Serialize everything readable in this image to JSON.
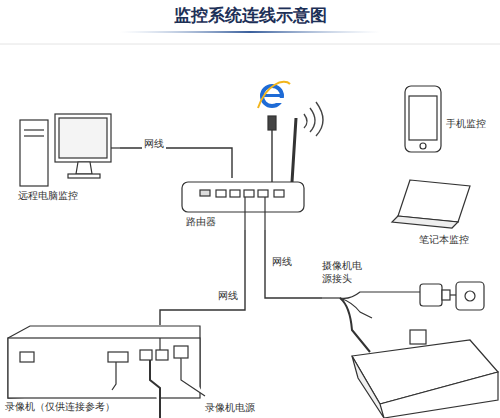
{
  "diagram": {
    "title": "监控系统连线示意图",
    "nodes": [
      {
        "text": [
          "远程电脑监控"
        ]
      },
      {
        "text": [
          "手机监控"
        ]
      },
      {
        "text": [
          "笔记本监控"
        ]
      },
      {
        "text": [
          "路由器"
        ]
      },
      {
        "text": [
          "摄像机电源接头"
        ]
      },
      {
        "text": [
          "录像机（仅供连接参考）"
        ]
      },
      {
        "text": [
          "录像机电源"
        ]
      }
    ],
    "edges": [
      {
        "from": 0,
        "to": 3,
        "label": "网线",
        "arrow": "none"
      },
      {
        "from": 3,
        "to": 5,
        "label": "网线",
        "arrow": "none"
      },
      {
        "from": 3,
        "to": 4,
        "label": "网线",
        "arrow": "none"
      }
    ]
  }
}
